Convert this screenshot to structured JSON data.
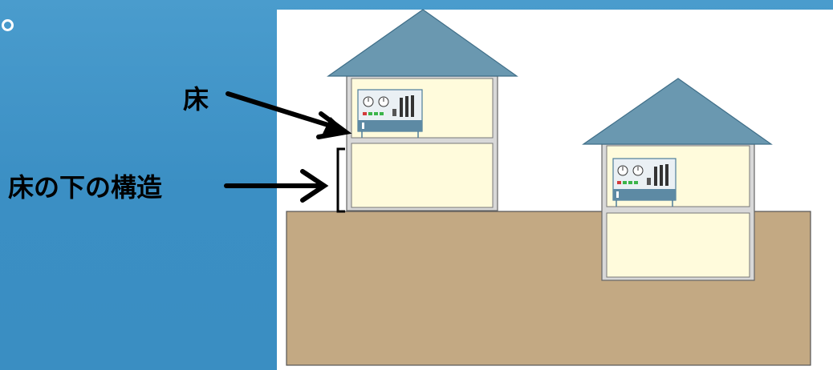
{
  "labels": {
    "floor": "床",
    "under_floor_structure": "床の下の構造"
  },
  "colors": {
    "background_blue": "#3b8fc4",
    "panel_white": "#ffffff",
    "roof": "#6a98b0",
    "wall": "#8a8a8a",
    "room_fill": "#fffbdc",
    "ground": "#c3a983",
    "device_blue": "#4d7d99"
  },
  "icons": {
    "bullet": "hollow-circle",
    "device": "control-panel-device"
  }
}
